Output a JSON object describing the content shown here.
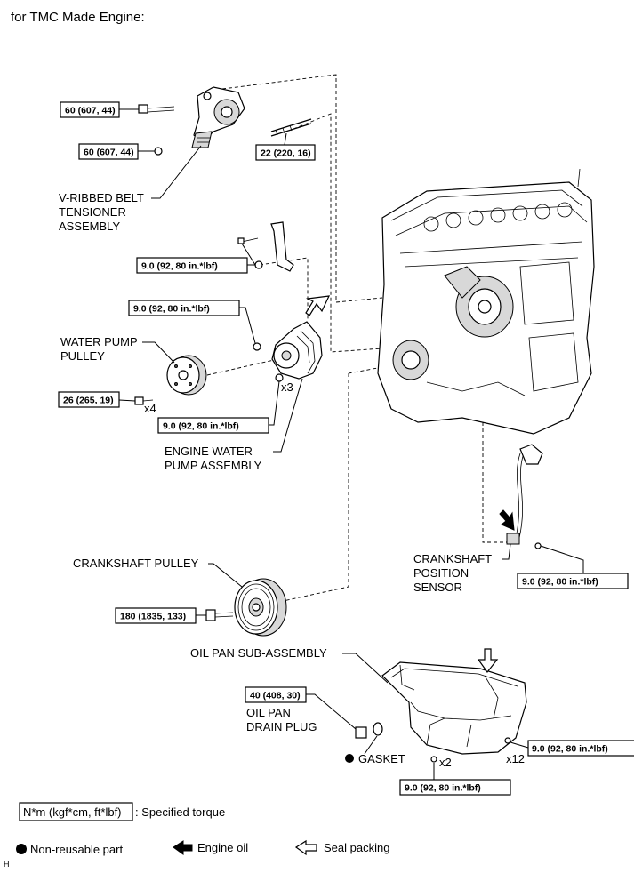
{
  "header": {
    "title": "for TMC Made Engine:"
  },
  "parts": {
    "tensioner": "V-RIBBED BELT\nTENSIONER\nASSEMBLY",
    "water_pump_pulley": "WATER PUMP\nPULLEY",
    "engine_water_pump": "ENGINE WATER\nPUMP ASSEMBLY",
    "crankshaft_pulley": "CRANKSHAFT PULLEY",
    "crankshaft_sensor": "CRANKSHAFT\nPOSITION\nSENSOR",
    "oil_pan": "OIL PAN SUB-ASSEMBLY",
    "drain_plug": "OIL PAN\nDRAIN PLUG",
    "gasket": "GASKET"
  },
  "torques": {
    "t1": "60 (607, 44)",
    "t2": "60 (607, 44)",
    "t3": "22 (220, 16)",
    "t4": "9.0 (92, 80 in.*lbf)",
    "t5": "9.0 (92, 80 in.*lbf)",
    "t6": "26 (265, 19)",
    "t7": "9.0 (92, 80 in.*lbf)",
    "t8": "9.0 (92, 80 in.*lbf)",
    "t9": "180 (1835, 133)",
    "t10": "40 (408, 30)",
    "t11": "9.0 (92, 80 in.*lbf)",
    "t12": "9.0 (92, 80 in.*lbf)"
  },
  "counts": {
    "x4": "x4",
    "x3": "x3",
    "x2": "x2",
    "x12": "x12"
  },
  "legend": {
    "torque_unit": "N*m (kgf*cm, ft*lbf)",
    "torque_desc": ": Specified torque",
    "non_reusable": "Non-reusable part",
    "engine_oil": "Engine oil",
    "seal_packing": "Seal packing"
  },
  "footer": {
    "code": "H"
  }
}
